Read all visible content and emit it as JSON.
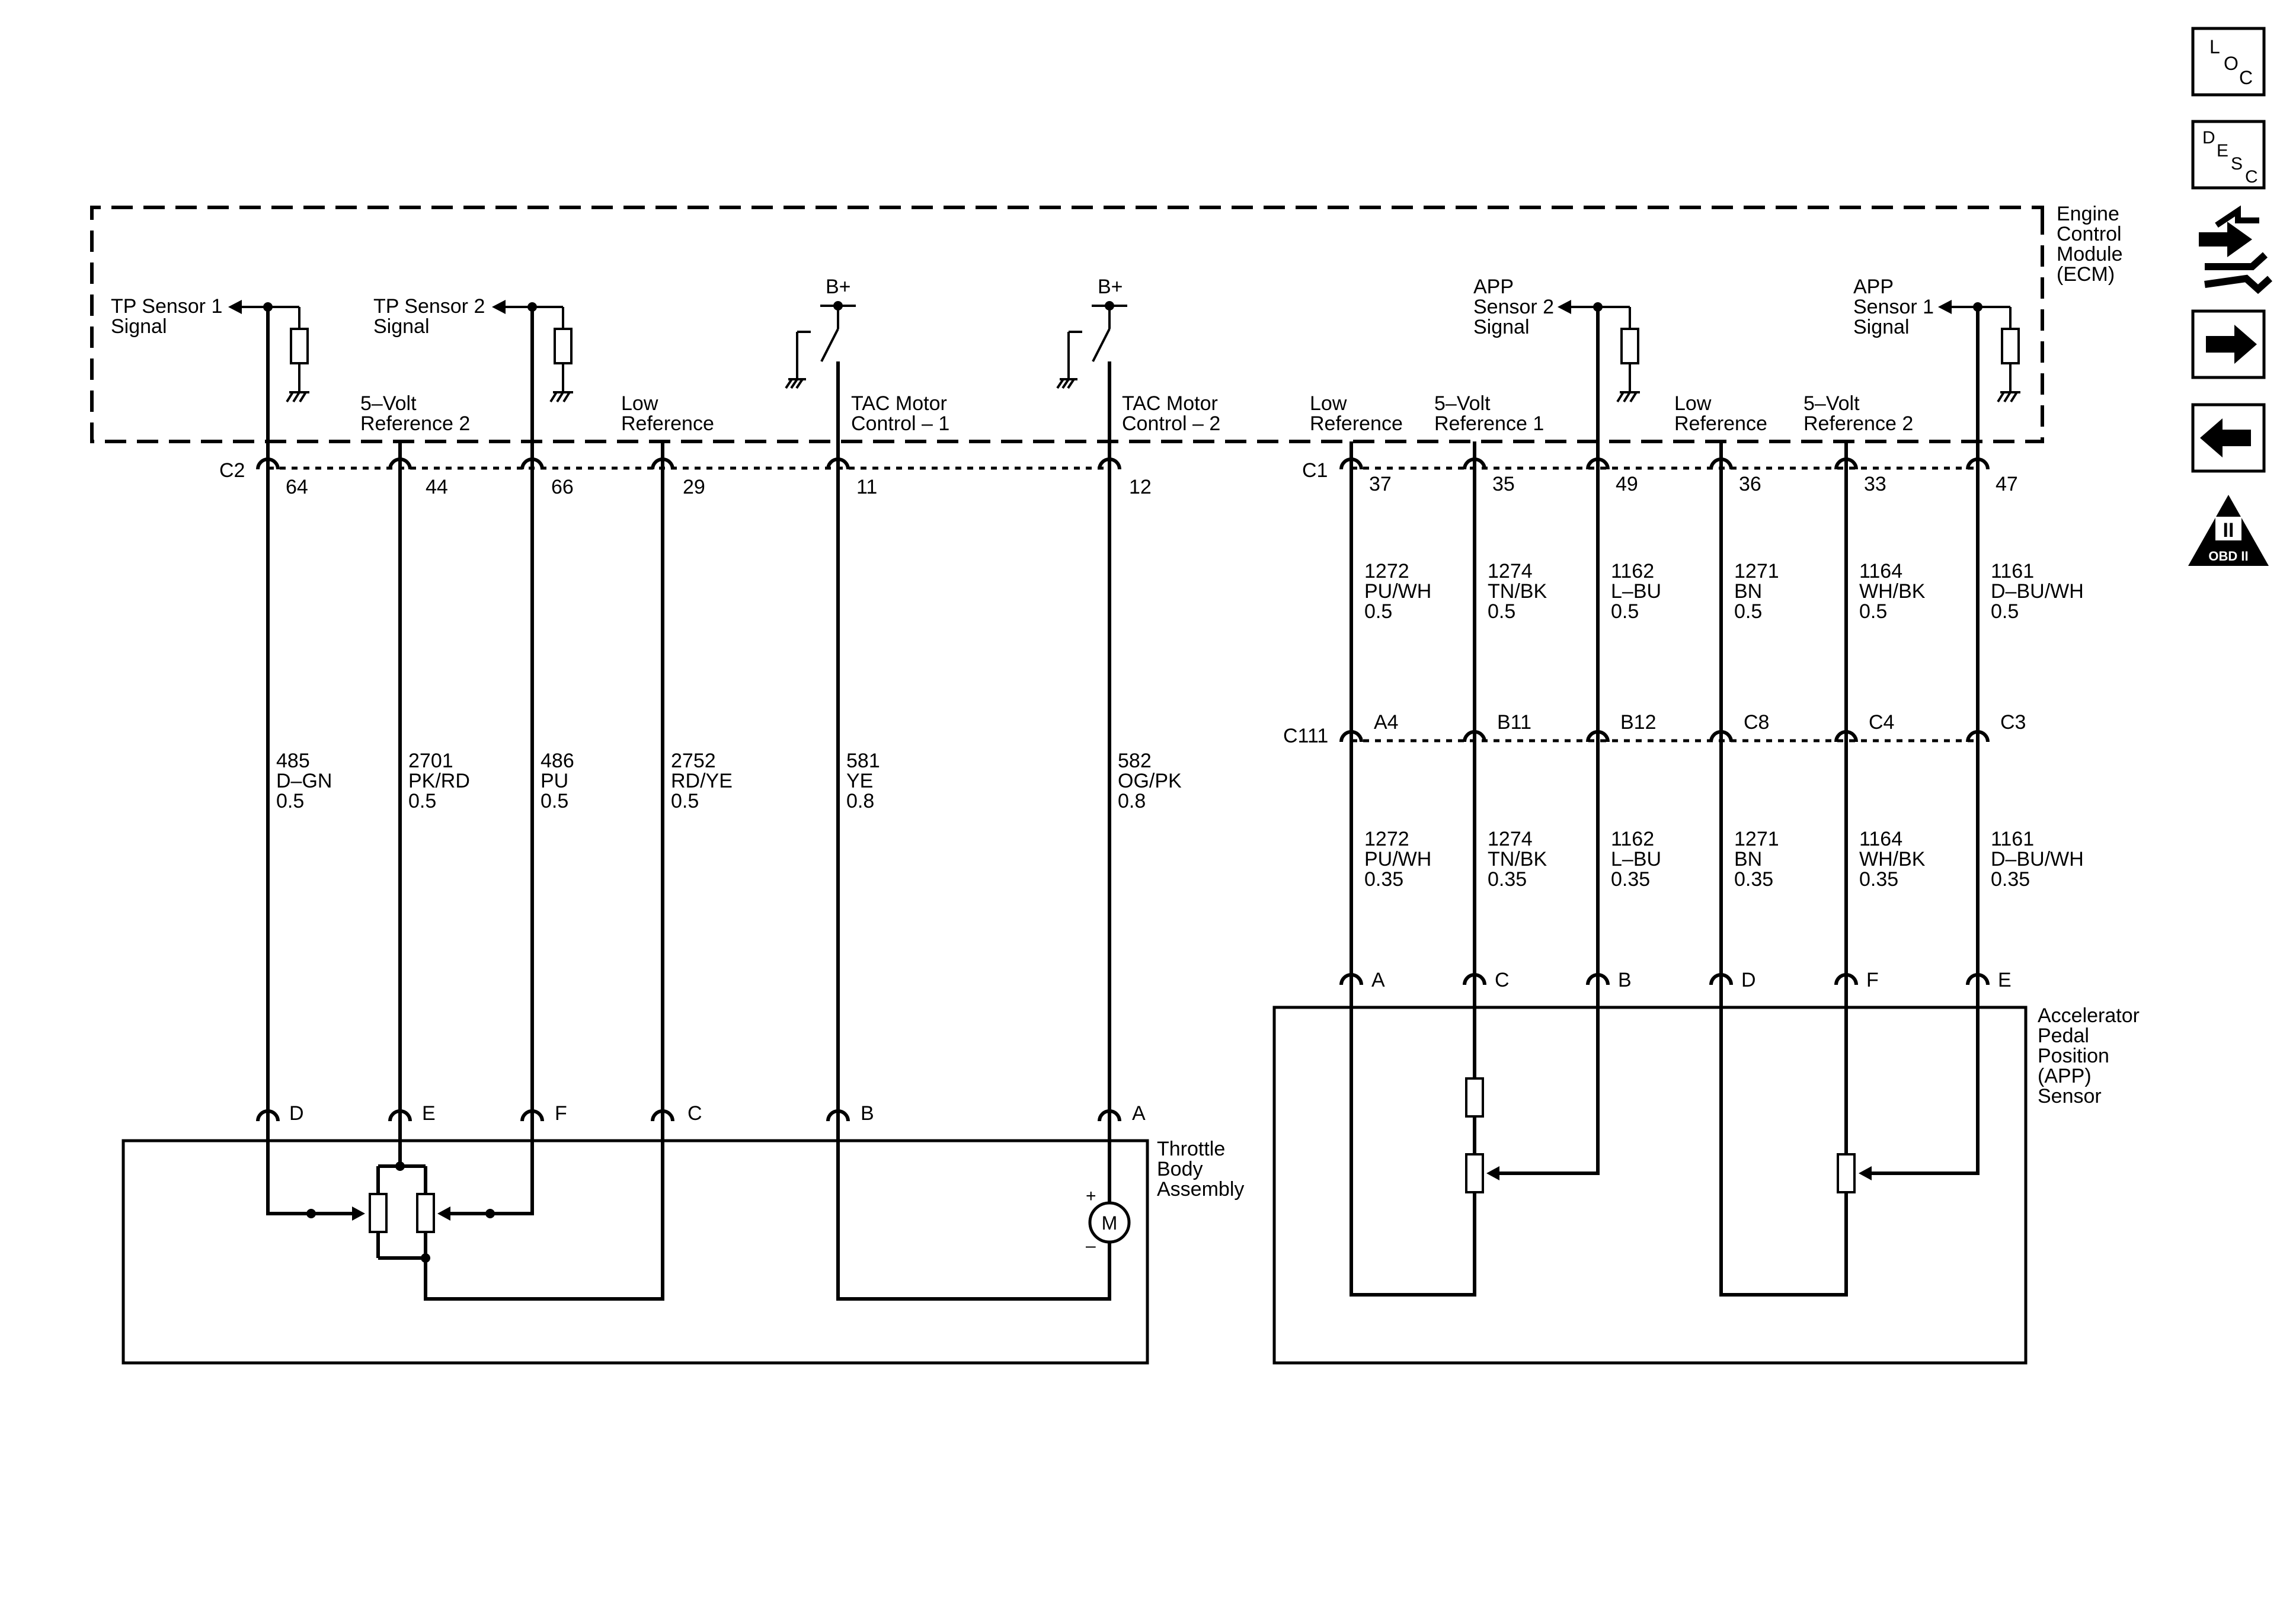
{
  "ecm": {
    "title_lines": [
      "Engine",
      "Control",
      "Module",
      "(ECM)"
    ],
    "sensor_labels": {
      "tp1": [
        "TP Sensor 1",
        "Signal"
      ],
      "tp2": [
        "TP Sensor 2",
        "Signal"
      ],
      "app2": [
        "APP",
        "Sensor 2",
        "Signal"
      ],
      "app1": [
        "APP",
        "Sensor 1",
        "Signal"
      ]
    },
    "bplus_1": "B+",
    "bplus_2": "B+",
    "circuit_labels": {
      "ref2_left": [
        "5–Volt",
        "Reference 2"
      ],
      "low_ref_left": [
        "Low",
        "Reference"
      ],
      "tac1": [
        "TAC Motor",
        "Control – 1"
      ],
      "tac2": [
        "TAC Motor",
        "Control – 2"
      ],
      "low_ref_r1": [
        "Low",
        "Reference"
      ],
      "ref1_right": [
        "5–Volt",
        "Reference 1"
      ],
      "low_ref_r2": [
        "Low",
        "Reference"
      ],
      "ref2_right": [
        "5–Volt",
        "Reference 2"
      ]
    }
  },
  "connectors": {
    "c2": "C2",
    "c1": "C1",
    "c111": "C111"
  },
  "left_wires": [
    {
      "pin": "64",
      "circuit": "485",
      "color": "D–GN",
      "size": "0.5",
      "bottom_pin": "D"
    },
    {
      "pin": "44",
      "circuit": "2701",
      "color": "PK/RD",
      "size": "0.5",
      "bottom_pin": "E"
    },
    {
      "pin": "66",
      "circuit": "486",
      "color": "PU",
      "size": "0.5",
      "bottom_pin": "F"
    },
    {
      "pin": "29",
      "circuit": "2752",
      "color": "RD/YE",
      "size": "0.5",
      "bottom_pin": "C"
    },
    {
      "pin": "11",
      "circuit": "581",
      "color": "YE",
      "size": "0.8",
      "bottom_pin": "B"
    },
    {
      "pin": "12",
      "circuit": "582",
      "color": "OG/PK",
      "size": "0.8",
      "bottom_pin": "A"
    }
  ],
  "right_wires": [
    {
      "pin": "37",
      "circuit": "1272",
      "color": "PU/WH",
      "size_top": "0.5",
      "mid_pin": "A4",
      "size_bottom": "0.35",
      "bottom_pin": "A"
    },
    {
      "pin": "35",
      "circuit": "1274",
      "color": "TN/BK",
      "size_top": "0.5",
      "mid_pin": "B11",
      "size_bottom": "0.35",
      "bottom_pin": "C"
    },
    {
      "pin": "49",
      "circuit": "1162",
      "color": "L–BU",
      "size_top": "0.5",
      "mid_pin": "B12",
      "size_bottom": "0.35",
      "bottom_pin": "B"
    },
    {
      "pin": "36",
      "circuit": "1271",
      "color": "BN",
      "size_top": "0.5",
      "mid_pin": "C8",
      "size_bottom": "0.35",
      "bottom_pin": "D"
    },
    {
      "pin": "33",
      "circuit": "1164",
      "color": "WH/BK",
      "size_top": "0.5",
      "mid_pin": "C4",
      "size_bottom": "0.35",
      "bottom_pin": "F"
    },
    {
      "pin": "47",
      "circuit": "1161",
      "color": "D–BU/WH",
      "size_top": "0.5",
      "mid_pin": "C3",
      "size_bottom": "0.35",
      "bottom_pin": "E"
    }
  ],
  "throttle_body": {
    "title_lines": [
      "Throttle",
      "Body",
      "Assembly"
    ],
    "motor": "M",
    "plus": "+",
    "minus": "–"
  },
  "app_sensor": {
    "title_lines": [
      "Accelerator",
      "Pedal",
      "Position",
      "(APP)",
      "Sensor"
    ]
  },
  "nav": {
    "loc": [
      "L",
      "O",
      "C"
    ],
    "desc": [
      "D",
      "E",
      "S",
      "C"
    ],
    "obd": [
      "II",
      "OBD II"
    ],
    "icons": [
      "location-icon",
      "description-icon",
      "connector-tool-icon",
      "next-arrow-icon",
      "previous-arrow-icon",
      "obd-ii-icon"
    ]
  }
}
